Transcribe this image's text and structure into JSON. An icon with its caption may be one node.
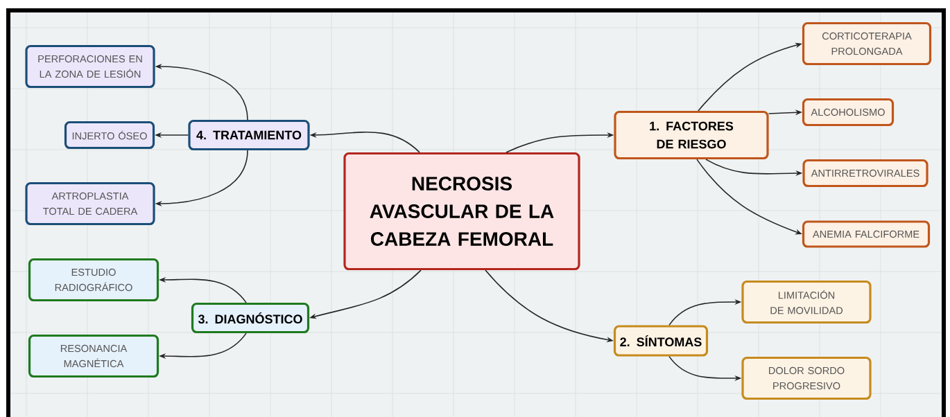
{
  "diagram": {
    "nodes": [
      {
        "text": [
          "NECROSIS AVASCULAR DE LA CABEZA FEMORAL"
        ]
      },
      {
        "text": [
          "1. FACTORES DE RIESGO"
        ]
      },
      {
        "text": [
          "CORTICOTERAPIA PROLONGADA"
        ]
      },
      {
        "text": [
          "ALCOHOLISMO"
        ]
      },
      {
        "text": [
          "ANTIRRETROVIRALES"
        ]
      },
      {
        "text": [
          "ANEMIA FALCIFORME"
        ]
      },
      {
        "text": [
          "2. SÍNTOMAS"
        ]
      },
      {
        "text": [
          "LIMITACIÓN DE MOVILIDAD"
        ]
      },
      {
        "text": [
          "DOLOR SORDO PROGRESIVO"
        ]
      },
      {
        "text": [
          "3. DIAGNÓSTICO"
        ]
      },
      {
        "text": [
          "ESTUDIO RADIOGRÁFICO"
        ]
      },
      {
        "text": [
          "RESONANCIA MAGNÉTICA"
        ]
      },
      {
        "text": [
          "4. TRATAMIENTO"
        ]
      },
      {
        "text": [
          "PERFORACIONES EN LA ZONA DE LESIÓN"
        ]
      },
      {
        "text": [
          "INJERTO ÓSEO"
        ]
      },
      {
        "text": [
          "ARTROPLASTIA TOTAL DE CADERA"
        ]
      }
    ],
    "edges": [
      {
        "from": 0,
        "to": 1,
        "arrow": "to"
      },
      {
        "from": 0,
        "to": 6,
        "arrow": "to"
      },
      {
        "from": 0,
        "to": 9,
        "arrow": "to"
      },
      {
        "from": 0,
        "to": 12,
        "arrow": "to"
      },
      {
        "from": 1,
        "to": 2,
        "arrow": "to"
      },
      {
        "from": 1,
        "to": 3,
        "arrow": "to"
      },
      {
        "from": 1,
        "to": 4,
        "arrow": "to"
      },
      {
        "from": 1,
        "to": 5,
        "arrow": "to"
      },
      {
        "from": 6,
        "to": 7,
        "arrow": "to"
      },
      {
        "from": 6,
        "to": 8,
        "arrow": "to"
      },
      {
        "from": 9,
        "to": 10,
        "arrow": "to"
      },
      {
        "from": 9,
        "to": 11,
        "arrow": "to"
      },
      {
        "from": 12,
        "to": 13,
        "arrow": "to"
      },
      {
        "from": 12,
        "to": 14,
        "arrow": "to"
      },
      {
        "from": 12,
        "to": 15,
        "arrow": "to"
      }
    ]
  }
}
